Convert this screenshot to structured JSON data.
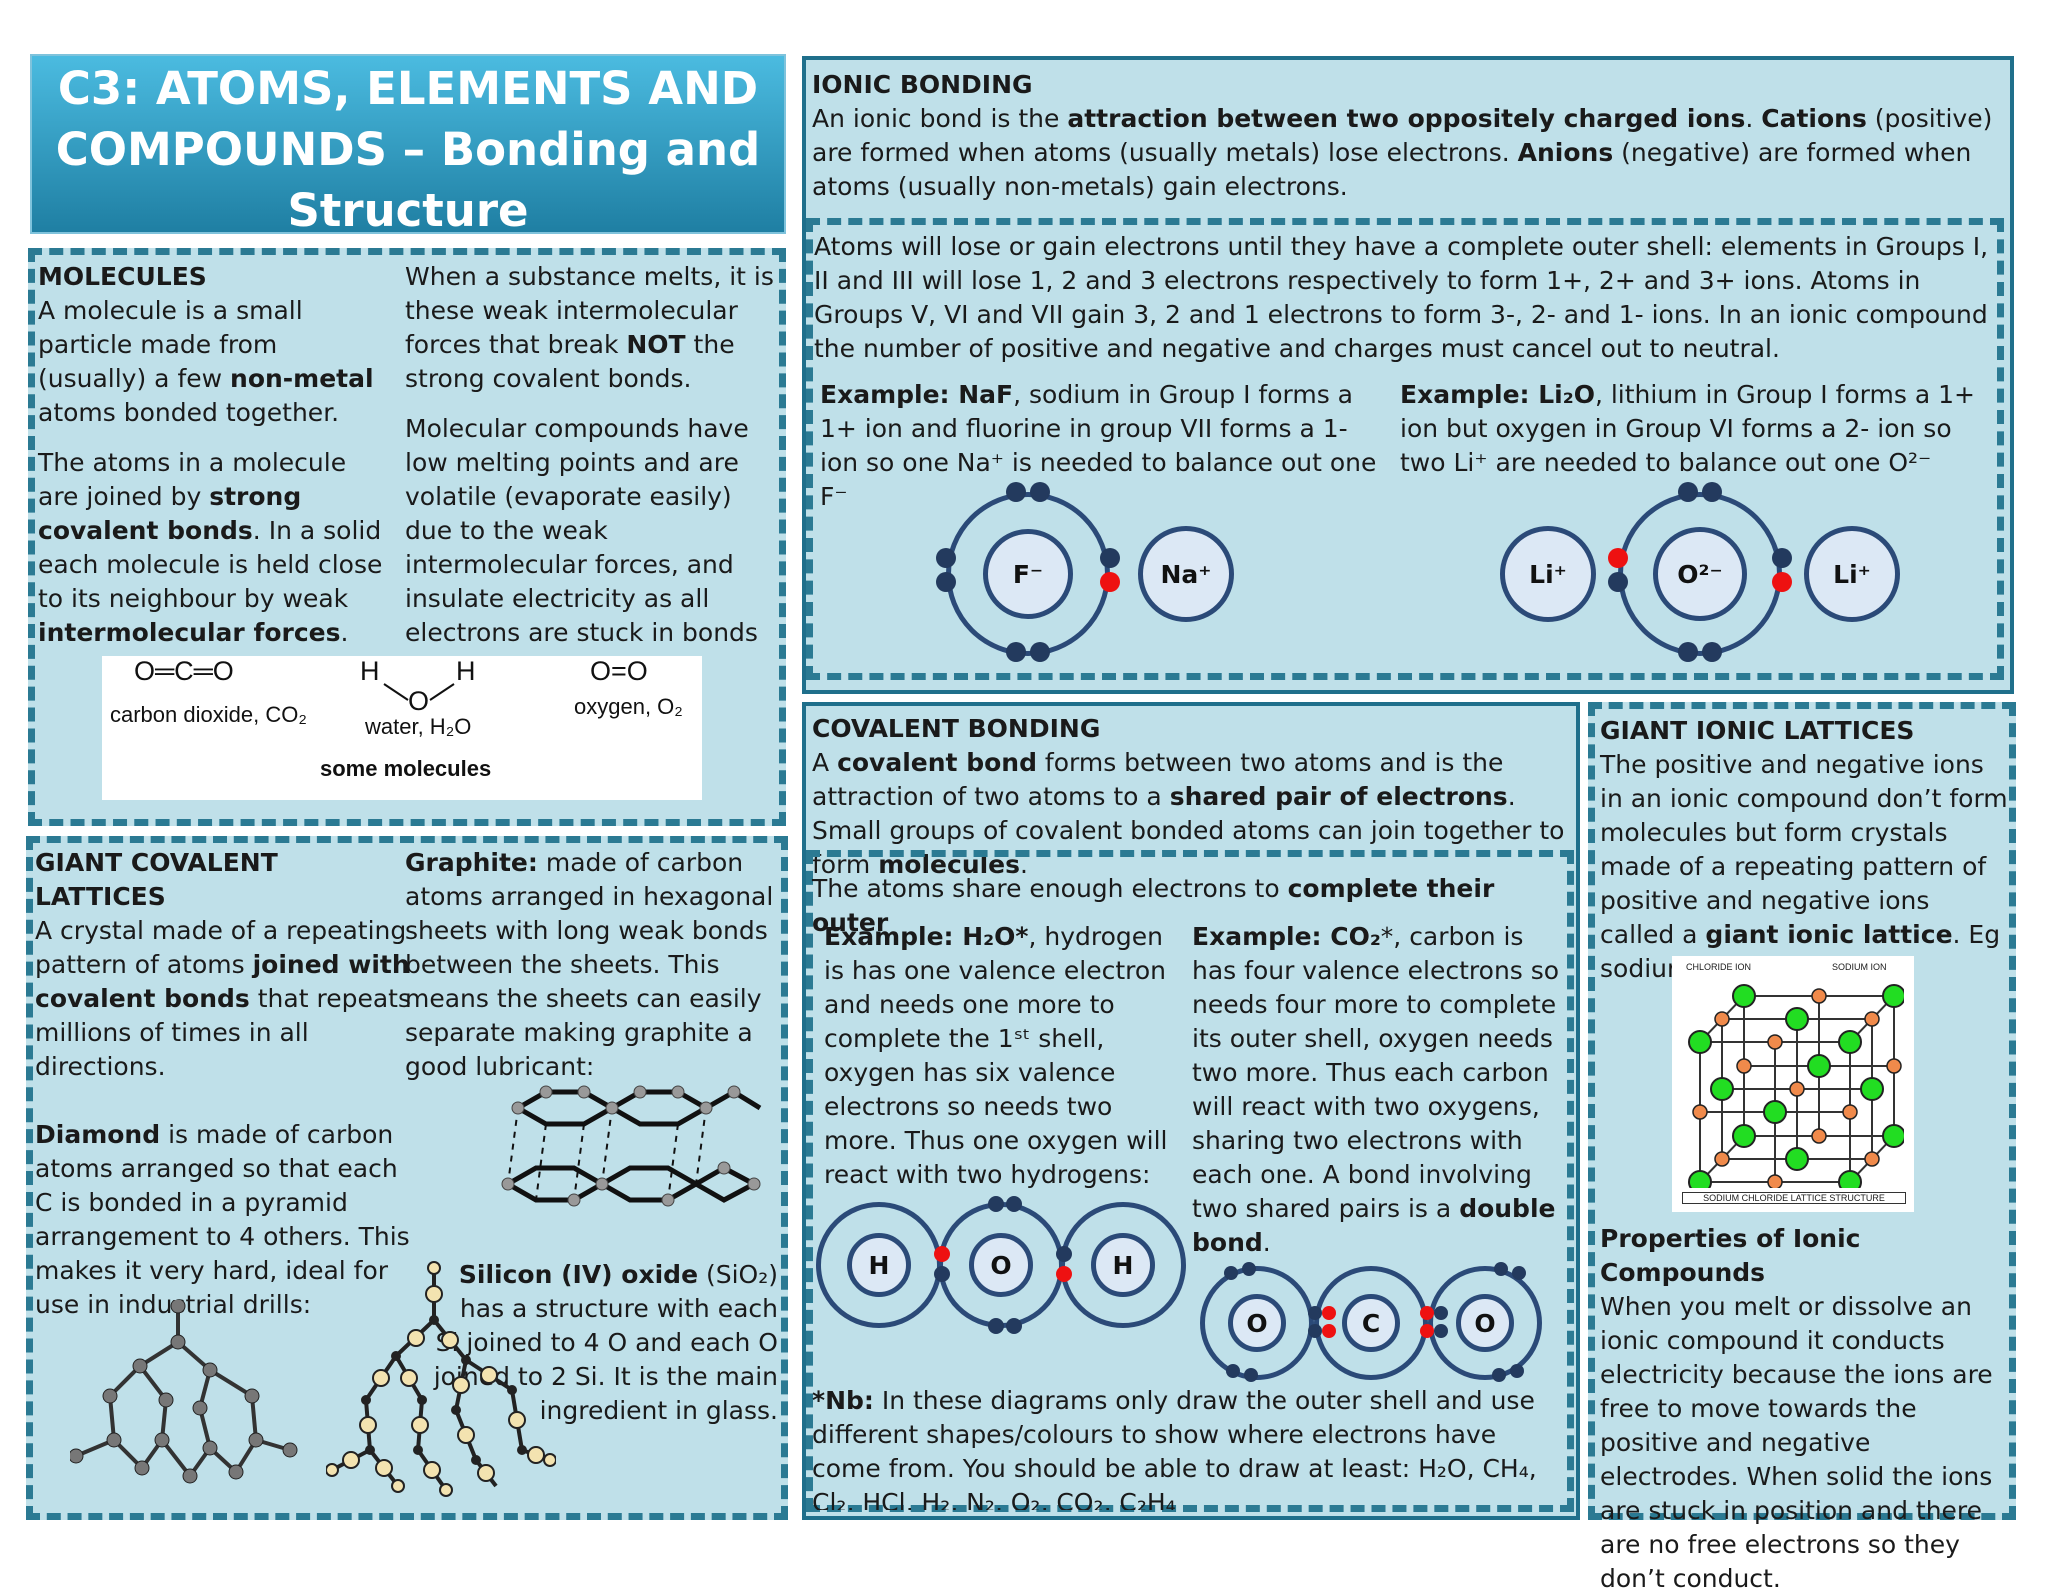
{
  "title": "C3: ATOMS, ELEMENTS AND COMPOUNDS – Bonding and Structure",
  "molecules": {
    "heading": "MOLECULES",
    "p1_a": "A molecule is a small particle made from (usually) a few ",
    "p1_b": "non-metal",
    "p1_c": " atoms bonded together.",
    "p2_a": "The atoms in a molecule are joined by ",
    "p2_b": "strong covalent bonds",
    "p2_c": ". In a solid each molecule is held close to its neighbour by weak ",
    "p2_d": "intermolecular forces",
    "p2_e": ".",
    "p3_a": "When a substance melts, it is these weak intermolecular forces that break ",
    "p3_b": "NOT",
    "p3_c": " the strong covalent bonds.",
    "p4": "Molecular compounds have low melting points and are volatile (evaporate easily) due to the weak intermolecular forces, and insulate electricity as all electrons are stuck in bonds and so unable to move.",
    "figure": {
      "co2_formula": "O═C═O",
      "co2_label": "carbon dioxide, CO₂",
      "h2o_label": "water, H₂O",
      "h_left": "H",
      "h_right": "H",
      "o_mid": "O",
      "o2_formula": "O=O",
      "o2_label": "oxygen, O₂",
      "caption": "some molecules"
    }
  },
  "giant_covalent": {
    "heading": "GIANT COVALENT LATTICES",
    "p1_a": "A crystal made of a repeating pattern of atoms ",
    "p1_b": "joined with covalent bonds",
    "p1_c": " that repeats millions of times in all directions.",
    "diamond_a": "Diamond",
    "diamond_b": " is made of carbon atoms arranged so that each C is bonded in a pyramid arrangement to 4 others. This makes it very hard, ideal for use in industrial drills:",
    "graphite_a": "Graphite:",
    "graphite_b": " made of carbon atoms arranged in hexagonal sheets with long weak bonds between the sheets. This means the sheets can easily separate making graphite a good lubricant:",
    "silicon_a": "Silicon (IV) oxide",
    "silicon_b": " (SiO₂) has a structure with each Si joined to 4 O and each O joined to 2 Si. It is the main ingredient in glass."
  },
  "ionic_bonding": {
    "heading": "IONIC BONDING",
    "p1_a": "An ionic bond is the ",
    "p1_b": "attraction between two oppositely charged ions",
    "p1_c": ". ",
    "p1_d": "Cations",
    "p1_e": " (positive) are formed when atoms (usually metals) lose electrons. ",
    "p1_f": "Anions",
    "p1_g": " (negative) are formed when atoms (usually non-metals) gain electrons.",
    "p2": "Atoms will lose or gain electrons until they have a complete outer shell: elements in Groups I, II and III will lose 1, 2 and 3 electrons respectively to form 1+, 2+ and 3+ ions. Atoms in  Groups V, VI and VII gain 3, 2 and 1 electrons to form 3-, 2- and 1- ions. In an ionic compound the number of positive and negative and charges must cancel out to neutral.",
    "ex1_a": "Example: NaF",
    "ex1_b": ", sodium in Group I forms a 1+ ion and fluorine in group VII forms a 1- ion so one Na⁺ is needed to balance out one F⁻",
    "ex2_a": "Example: Li₂O",
    "ex2_b": ", lithium in Group I forms a 1+ ion but oxygen in Group VI forms a 2- ion so two  Li⁺ are needed to balance out  one O²⁻",
    "ions": {
      "f": "F⁻",
      "na": "Na⁺",
      "li1": "Li⁺",
      "o": "O²⁻",
      "li2": "Li⁺"
    }
  },
  "covalent_bonding": {
    "heading": "COVALENT BONDING",
    "p1_a": "A ",
    "p1_b": "covalent bond",
    "p1_c": " forms between two atoms and  is the attraction of two atoms to a ",
    "p1_d": "shared pair of electrons",
    "p1_e": ". Small groups of covalent bonded atoms can join together to form ",
    "p1_f": "molecules",
    "p1_g": ".",
    "p2_a": "The atoms share enough electrons to ",
    "p2_b": "complete their outer",
    "ex1_a": "Example: H₂O*",
    "ex1_b": ", hydrogen is has one valence electron and needs one more to complete the 1ˢᵗ shell, oxygen has six valence electrons so needs two more. Thus one oxygen will react with two hydrogens:",
    "ex2_a": "Example: CO₂",
    "ex2_b": "*, carbon is has four valence electrons so needs four more to complete its outer shell, oxygen needs two more. Thus each carbon will react with two oxygens, sharing two electrons with each one. A bond involving two shared pairs is a ",
    "ex2_c": "double bond",
    "ex2_d": ".",
    "atoms": {
      "h1": "H",
      "o": "O",
      "h2": "H",
      "o1": "O",
      "c": "C",
      "o2": "O"
    },
    "nb_a": "*Nb:",
    "nb_b": " In these diagrams only draw the outer shell and use different shapes/colours to show where electrons have come from. You should be able to draw at least: H₂O, CH₄, Cl₂, HCl, H₂, N₂, O₂, CO₂, C₂H₄"
  },
  "giant_ionic": {
    "heading": "GIANT IONIC LATTICES",
    "p1_a": "The positive and negative ions in an ionic compound don’t form molecules but form crystals made of a repeating pattern of positive and negative ions called a ",
    "p1_b": "giant ionic lattice",
    "p1_c": ". Eg sodium chloride:",
    "lattice_chloride": "CHLORIDE ION",
    "lattice_sodium": "SODIUM ION",
    "lattice_caption": "SODIUM CHLORIDE LATTICE STRUCTURE",
    "props_heading": "Properties of Ionic Compounds",
    "props_text": "When you melt or dissolve an ionic compound it conducts electricity because the ions are free to move towards the positive and negative electrodes. When solid  the ions are stuck in position and there are no free electrons so they don’t conduct."
  }
}
